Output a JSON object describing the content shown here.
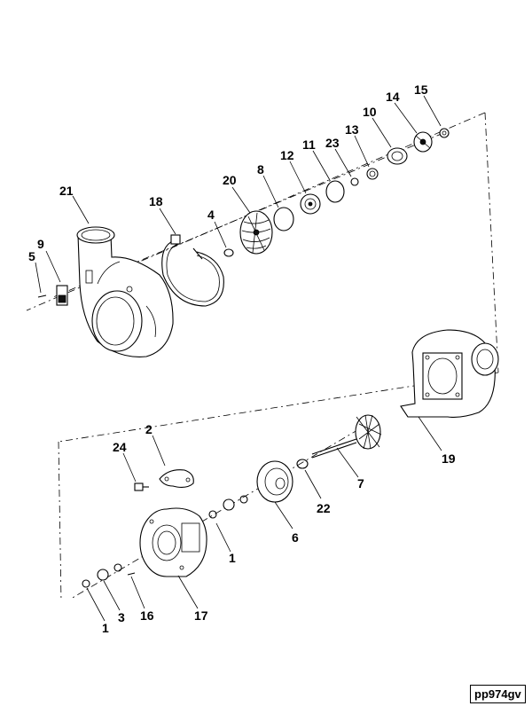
{
  "diagram": {
    "code": "pp974gv",
    "labels": [
      "21",
      "9",
      "5",
      "18",
      "20",
      "4",
      "8",
      "12",
      "11",
      "23",
      "13",
      "10",
      "14",
      "15",
      "24",
      "2",
      "22",
      "6",
      "7",
      "19",
      "1",
      "17",
      "1",
      "3",
      "16"
    ]
  }
}
